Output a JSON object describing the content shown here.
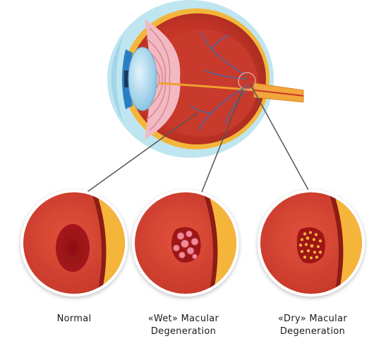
{
  "captions": {
    "normal": "Normal",
    "wet_line1": "«Wet» Macular",
    "wet_line2": "Degeneration",
    "dry_line1": "«Dry» Macular",
    "dry_line2": "Degeneration"
  },
  "colors": {
    "retina": "#c9352a",
    "retina_dark": "#9e1f1b",
    "choroid_yellow": "#f3b63b",
    "sclera": "#a8dbe8",
    "iris": "#2a7fc4",
    "lens": "#a9d6ee",
    "optic_nerve": "#f0a030",
    "callout_line": "#555555"
  }
}
